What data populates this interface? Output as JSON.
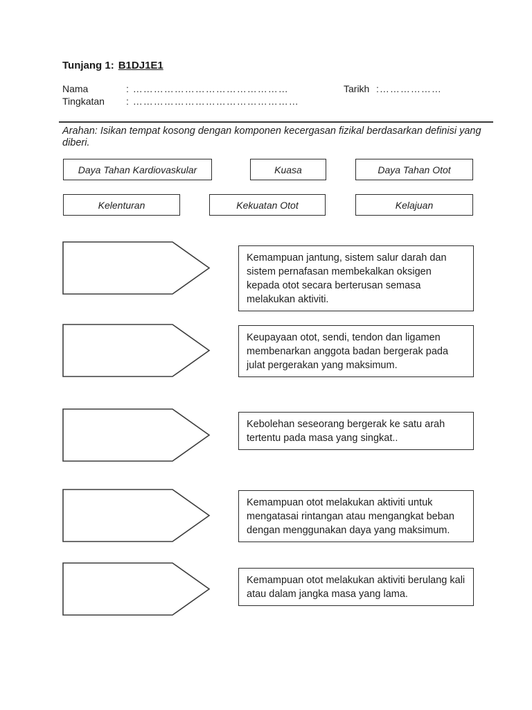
{
  "page": {
    "title_prefix": "Tunjang 1:",
    "title_code": "B1DJ1E1",
    "fields": {
      "nama_label": "Nama",
      "nama_value": ": ………………………………………",
      "tingkatan_label": "Tingkatan",
      "tingkatan_value": ": …………………………………………",
      "tarikh_label": "Tarikh",
      "tarikh_value": ":………………"
    },
    "instruction": "Arahan: Isikan tempat kosong dengan komponen kecergasan fizikal berdasarkan definisi yang diberi.",
    "word_bank": {
      "row1": [
        "Daya Tahan Kardiovaskular",
        "Kuasa",
        "Daya Tahan Otot"
      ],
      "row2": [
        "Kelenturan",
        "Kekuatan Otot",
        "Kelajuan"
      ]
    },
    "definitions": [
      "Kemampuan jantung, sistem salur darah dan sistem pernafasan membekalkan oksigen kepada otot secara berterusan semasa melakukan aktiviti.",
      "Keupayaan otot, sendi, tendon dan ligamen membenarkan anggota badan bergerak pada julat pergerakan yang maksimum.",
      "Kebolehan seseorang bergerak ke satu arah tertentu pada masa yang singkat..",
      "Kemampuan otot melakukan aktiviti untuk mengatasai rintangan atau mengangkat beban dengan menggunakan daya yang maksimum.",
      "Kemampuan otot melakukan aktiviti berulang kali atau dalam jangka masa yang lama."
    ],
    "colors": {
      "line": "#2c2c2c",
      "text": "#1d1d1d",
      "background": "#ffffff"
    }
  }
}
